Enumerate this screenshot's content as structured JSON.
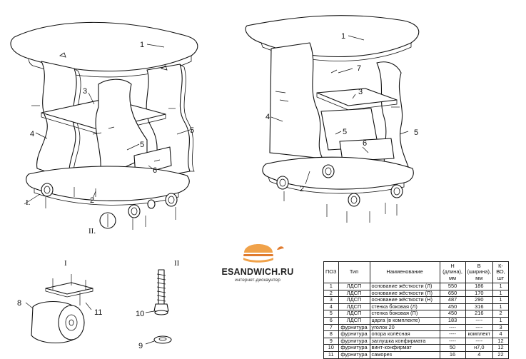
{
  "labels": {
    "l1_left": "1",
    "l1_right": "1",
    "l3_left": "3",
    "l3_right": "3",
    "l4_left": "4",
    "l4_right": "4",
    "l5_left_a": "5",
    "l5_left_b": "5",
    "l5_right_a": "5",
    "l5_right_b": "5",
    "l6_left": "6",
    "l6_right": "6",
    "l2_left": "2",
    "l2_right": "2",
    "l7_right": "7",
    "l8": "8",
    "l9": "9",
    "l10": "10",
    "l11": "11",
    "callout_I": "I.",
    "callout_II": "II.",
    "detail_I": "I",
    "detail_II": "II"
  },
  "brand": {
    "name": "ESANDWICH.RU",
    "tagline": "интернет-дискаунтер"
  },
  "spec_table": {
    "headers": [
      "ПОЗ",
      "Тип",
      "Наименование",
      "Н (длина), мм",
      "В (ширина), мм",
      "К-ВО, шт"
    ],
    "rows": [
      [
        "1",
        "ЛДСП",
        "основание жёсткости (Л)",
        "550",
        "186",
        "1"
      ],
      [
        "2",
        "ЛДСП",
        "основание жёсткости (П)",
        "650",
        "170",
        "1"
      ],
      [
        "3",
        "ЛДСП",
        "основание жёсткости (Н)",
        "487",
        "290",
        "1"
      ],
      [
        "4",
        "ЛДСП",
        "стенка боковая (Л)",
        "450",
        "316",
        "1"
      ],
      [
        "5",
        "ЛДСП",
        "стенка боковая (П)",
        "450",
        "216",
        "2"
      ],
      [
        "6",
        "ЛДСП",
        "царга (в комплекте)",
        "183",
        "----",
        "1"
      ],
      [
        "7",
        "фурнитура",
        "уголок 20",
        "----",
        "----",
        "3"
      ],
      [
        "8",
        "фурнитура",
        "опора колёсная",
        "----",
        "комплект",
        "4"
      ],
      [
        "9",
        "фурнитура",
        "заглушка конфирмата",
        "----",
        "----",
        "12"
      ],
      [
        "10",
        "фурнитура",
        "винт-конфирмат",
        "50",
        "н7,0",
        "12"
      ],
      [
        "11",
        "фурнитура",
        "саморез",
        "16",
        "4",
        "22"
      ]
    ]
  }
}
